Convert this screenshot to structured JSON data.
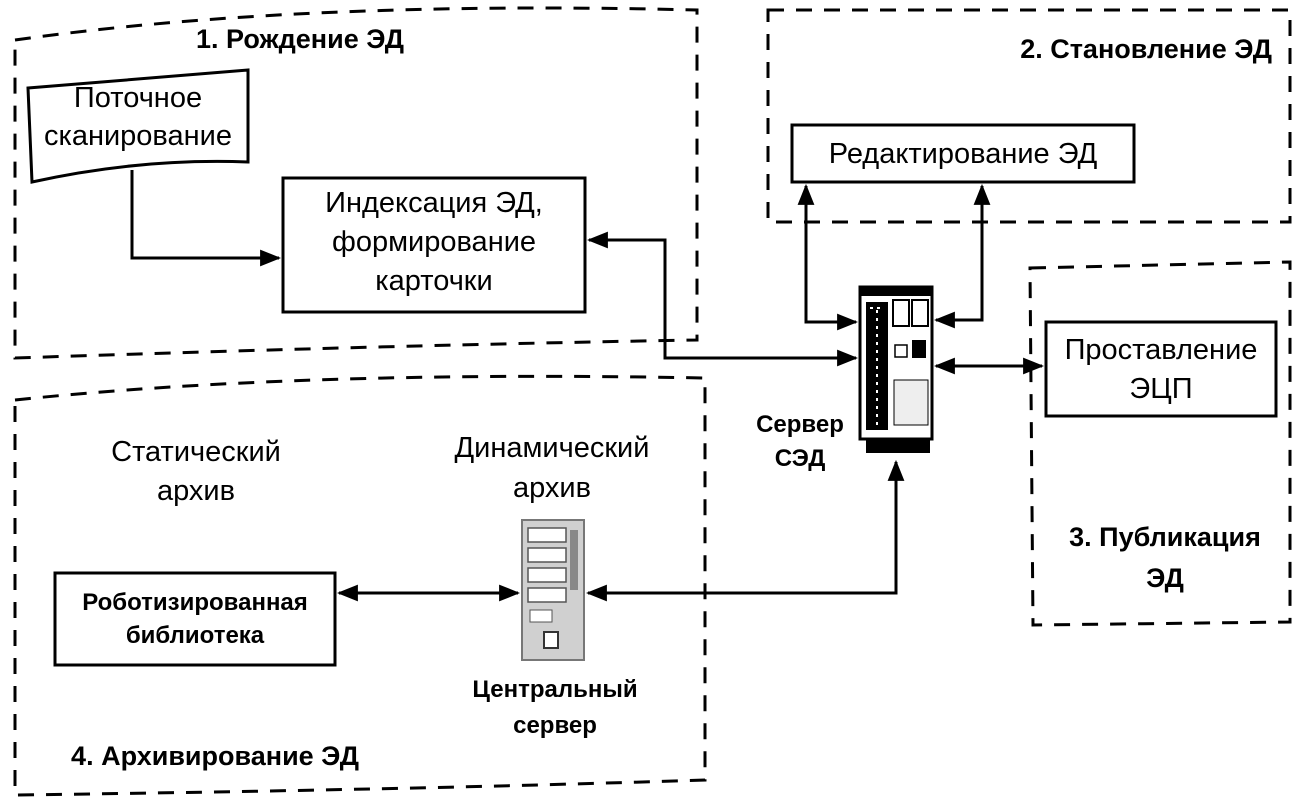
{
  "stages": {
    "birth": {
      "title": "1. Рождение ЭД"
    },
    "formation": {
      "title": "2. Становление ЭД"
    },
    "publication": {
      "title_line1": "3. Публикация",
      "title_line2": "ЭД"
    },
    "archiving": {
      "title": "4. Архивирование ЭД"
    }
  },
  "nodes": {
    "scanning": {
      "line1": "Поточное",
      "line2": "сканирование"
    },
    "indexing": {
      "line1": "Индексация ЭД,",
      "line2": "формирование",
      "line3": "карточки"
    },
    "editing": {
      "label": "Редактирование ЭД"
    },
    "signature": {
      "line1": "Проставление",
      "line2": "ЭЦП"
    },
    "sed_server": {
      "line1": "Сервер",
      "line2": "СЭД"
    },
    "static_archive": {
      "line1": "Статический",
      "line2": "архив"
    },
    "dynamic_archive": {
      "line1": "Динамический",
      "line2": "архив"
    },
    "robotic_library": {
      "line1": "Роботизированная",
      "line2": "библиотека"
    },
    "central_server": {
      "line1": "Центральный",
      "line2": "сервер"
    }
  },
  "icons": {
    "sed_server": "server-tower-icon",
    "central_server": "server-rack-icon"
  }
}
